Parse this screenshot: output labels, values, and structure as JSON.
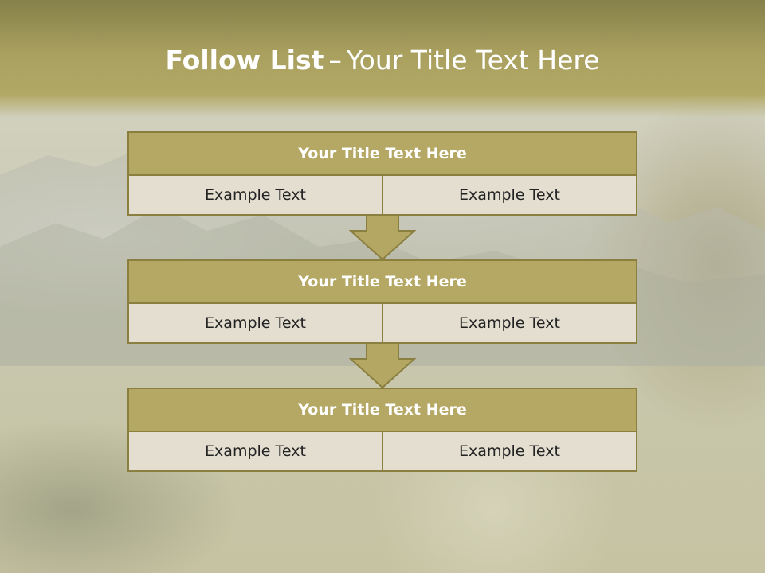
{
  "title": {
    "bold": "Follow List",
    "dash": "–",
    "rest": "Your Title Text Here"
  },
  "steps": [
    {
      "title": "Your Title Text Here",
      "left": "Example Text",
      "right": "Example Text"
    },
    {
      "title": "Your Title Text Here",
      "left": "Example Text",
      "right": "Example Text"
    },
    {
      "title": "Your Title Text Here",
      "left": "Example Text",
      "right": "Example Text"
    }
  ],
  "colors": {
    "header": "#b2a866",
    "box_fill": "#b5a865",
    "box_border": "#8a7f3e",
    "cell_fill": "#e3ded0",
    "arrow_fill": "#b3a763"
  }
}
